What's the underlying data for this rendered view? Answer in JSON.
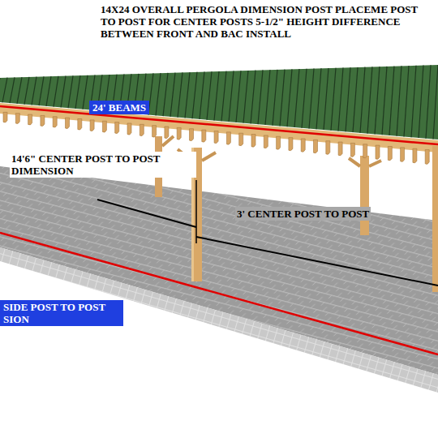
{
  "diagram": {
    "title": "14X24 OVERALL PERGOLA DIMENSION POST PLACEME POST TO POST FOR CENTER POSTS 5-1/2\" HEIGHT DIFFERENCE BETWEEN FRONT AND BAC INSTALL",
    "nodes": [
      {
        "text": [
          "24' BEAMS"
        ]
      },
      {
        "text": [
          "SIDE POST TO POST SION"
        ]
      }
    ],
    "labels": [
      "14'6\" CENTER POST TO POST DIMENSION",
      "3' CENTER POST TO POST"
    ]
  }
}
